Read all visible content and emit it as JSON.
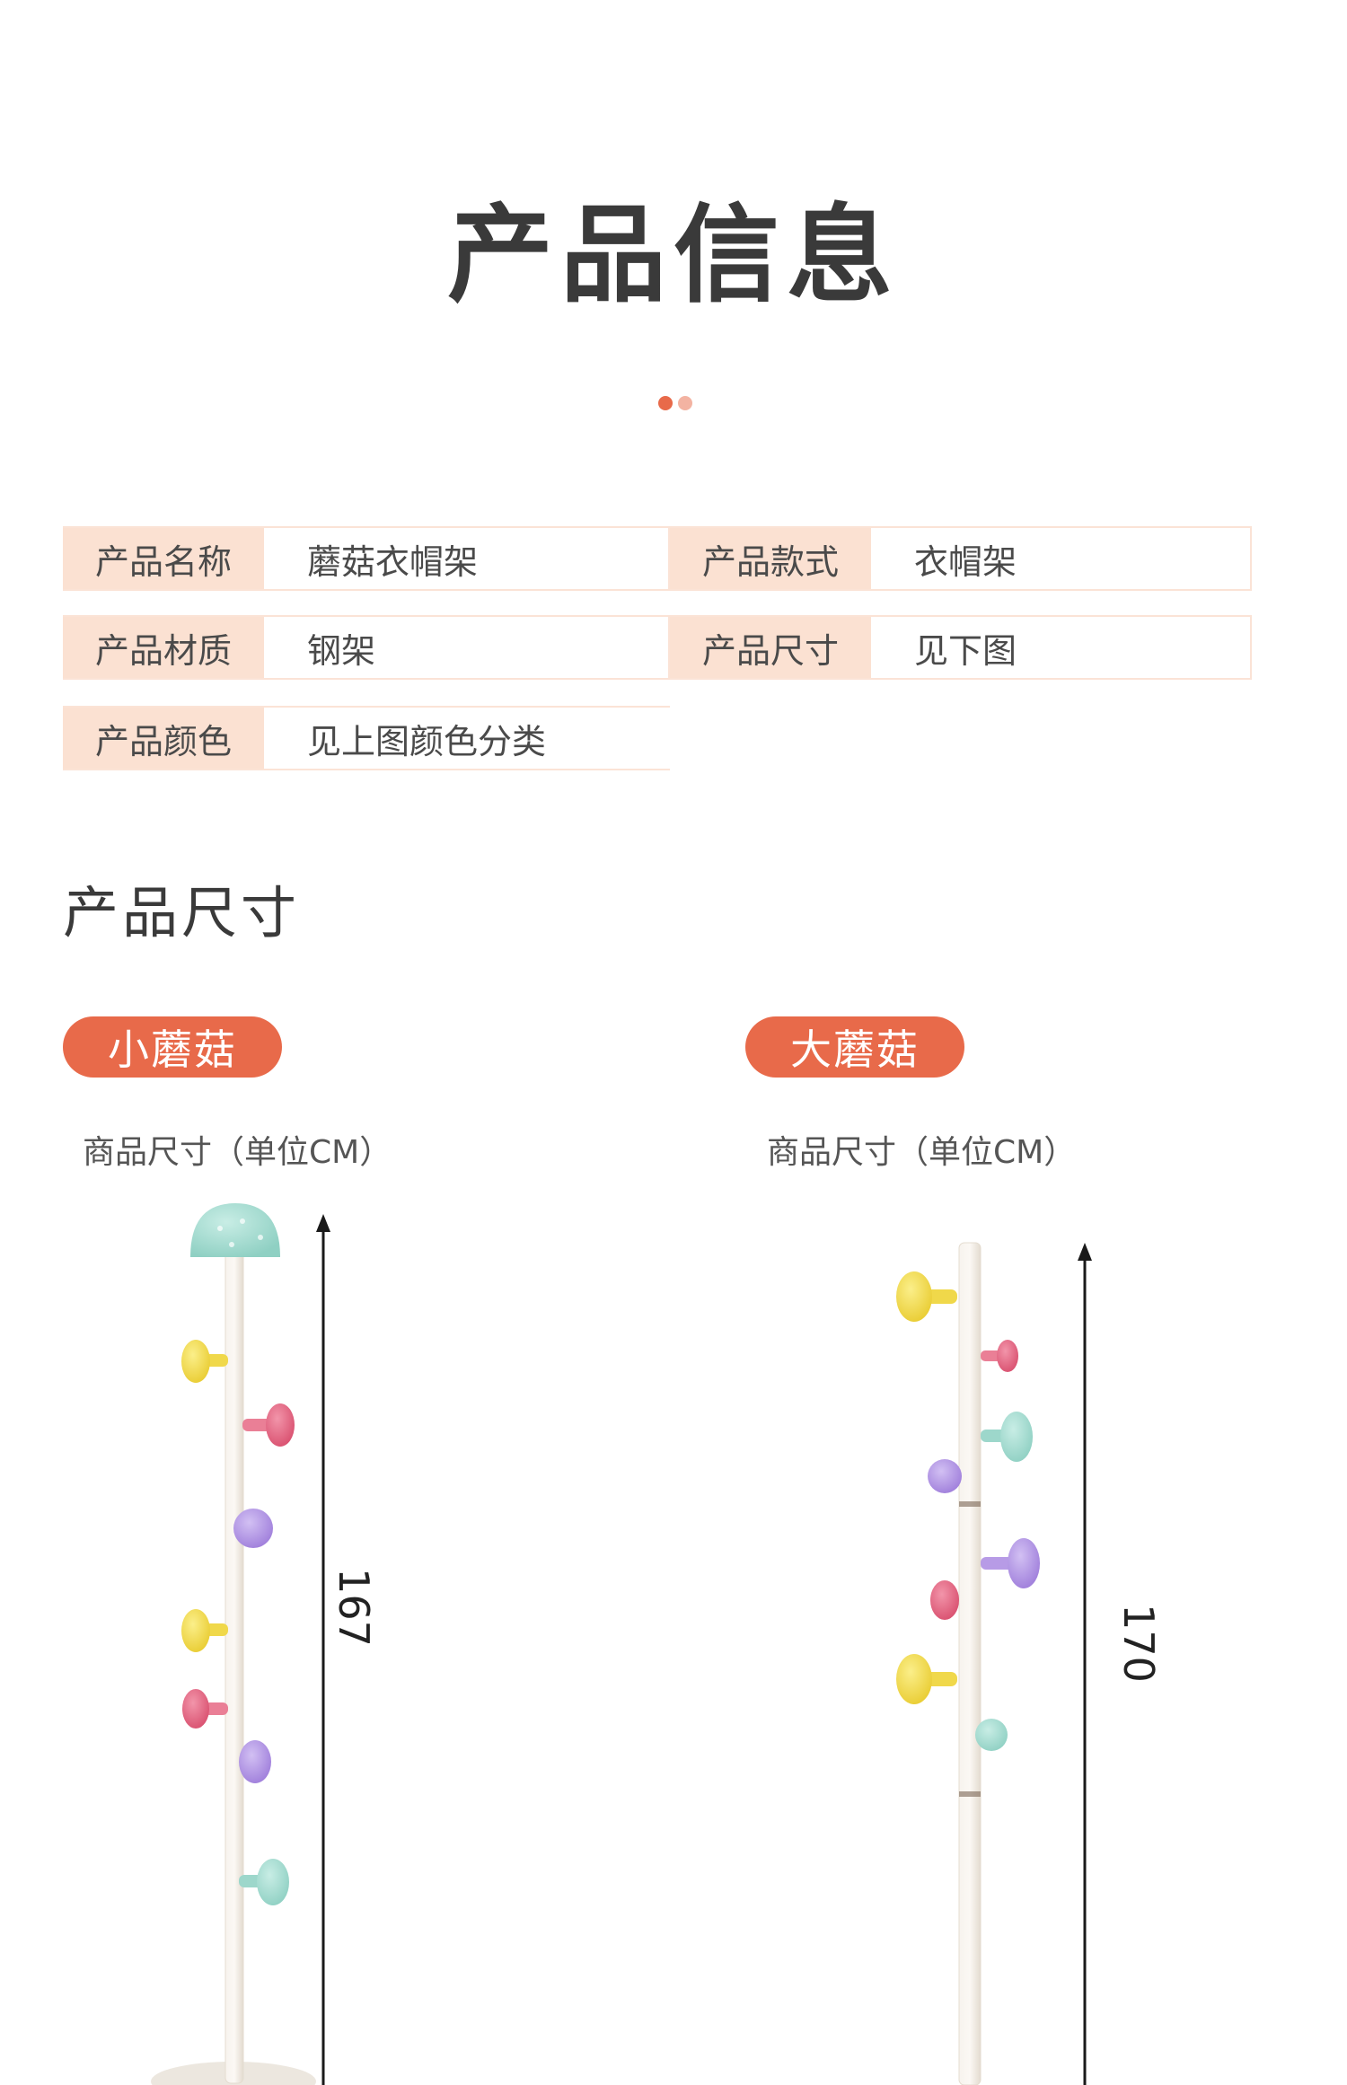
{
  "header": {
    "title": "产品信息"
  },
  "colors": {
    "accent": "#e86a4a",
    "accent_light": "#f3b3a2",
    "label_bg": "#fbe1d2",
    "pole": "#f1ece4",
    "mushroom_teal": "#a7ddd2",
    "mushroom_yellow": "#f4df5c",
    "mushroom_pink": "#e66b88",
    "mushroom_purple": "#b79be6"
  },
  "specs": {
    "name_label": "产品名称",
    "name_value": "蘑菇衣帽架",
    "style_label": "产品款式",
    "style_value": "衣帽架",
    "material_label": "产品材质",
    "material_value": "钢架",
    "size_label": "产品尺寸",
    "size_value": "见下图",
    "color_label": "产品颜色",
    "color_value": "见上图颜色分类"
  },
  "size_section": {
    "title": "产品尺寸",
    "small": {
      "badge": "小蘑菇",
      "unit_label": "商品尺寸（单位CM）",
      "height": "167"
    },
    "large": {
      "badge": "大蘑菇",
      "unit_label": "商品尺寸（单位CM）",
      "height": "170"
    }
  }
}
